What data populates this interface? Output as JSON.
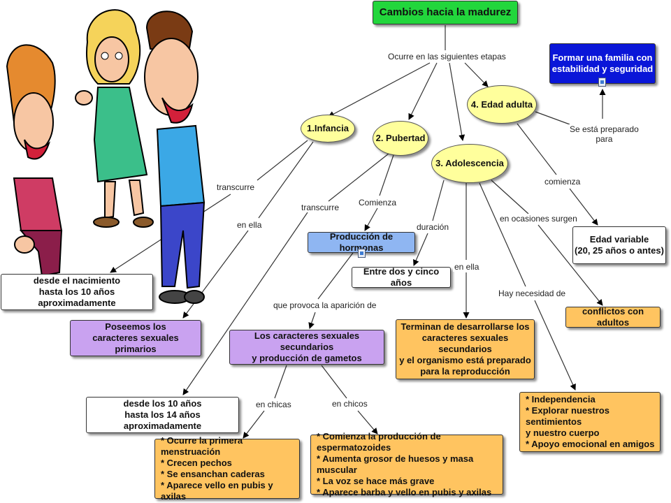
{
  "nodes": {
    "root": "Cambios hacia la madurez",
    "infancia": "1.Infancia",
    "pubertad": "2. Pubertad",
    "adolescencia": "3. Adolescencia",
    "adulta": "4. Edad adulta",
    "familia": "Formar una familia con\nestabilidad y seguridad",
    "edad_variable": "Edad variable\n(20, 25 años o antes)",
    "nacimiento": "desde el nacimiento\nhasta los 10 años aproximadamente",
    "primarios": "Poseemos los\ncaracteres sexuales primarios",
    "hormonas": "Producción de hormonas",
    "dos_cinco": "Entre dos y cinco años",
    "conflictos": "conflictos con adultos",
    "terminan": "Terminan de desarrollarse los\ncaracteres sexuales secundarios\ny el organismo está preparado\npara la reproducción",
    "secundarios": "Los caracteres sexuales secundarios\ny producción de gametos",
    "diez_catorce": "desde los 10 años\nhasta los 14 años aproximadamente",
    "necesidades": "* Independencia\n* Explorar nuestros sentimientos\n  y nuestro cuerpo\n* Apoyo emocional en amigos",
    "chicas": "* Ocurre la primera menstruación\n* Crecen pechos\n* Se ensanchan caderas\n* Aparece vello en pubis y axilas",
    "chicos": "* Comienza la producción de espermatozoides\n* Aumenta grosor de huesos y masa muscular\n* La voz se hace más grave\n* Aparece barba y vello en pubis y axilas"
  },
  "links": {
    "etapas": "Ocurre en las siguientes etapas",
    "preparado": "Se está preparado\npara",
    "comienza_adulta": "comienza",
    "transcurre_inf": "transcurre",
    "en_ella_inf": "en ella",
    "transcurre_pub": "transcurre",
    "comienza_pub": "Comienza",
    "duracion": "duración",
    "en_ella_adol": "en ella",
    "en_ocasiones": "en ocasiones surgen",
    "necesidad": "Hay necesidad de",
    "provoca": "que provoca la aparición de",
    "en_chicas": "en chicas",
    "en_chicos": "en chicos"
  },
  "colors": {
    "root": "#22d63c",
    "stage": "#ffff9c",
    "concept": "#ffc460",
    "purple": "#c9a2f0",
    "blue": "#0a16d8",
    "lightblue": "#8fb6f2"
  },
  "illustration": "three cartoon people (girl, woman, man)"
}
